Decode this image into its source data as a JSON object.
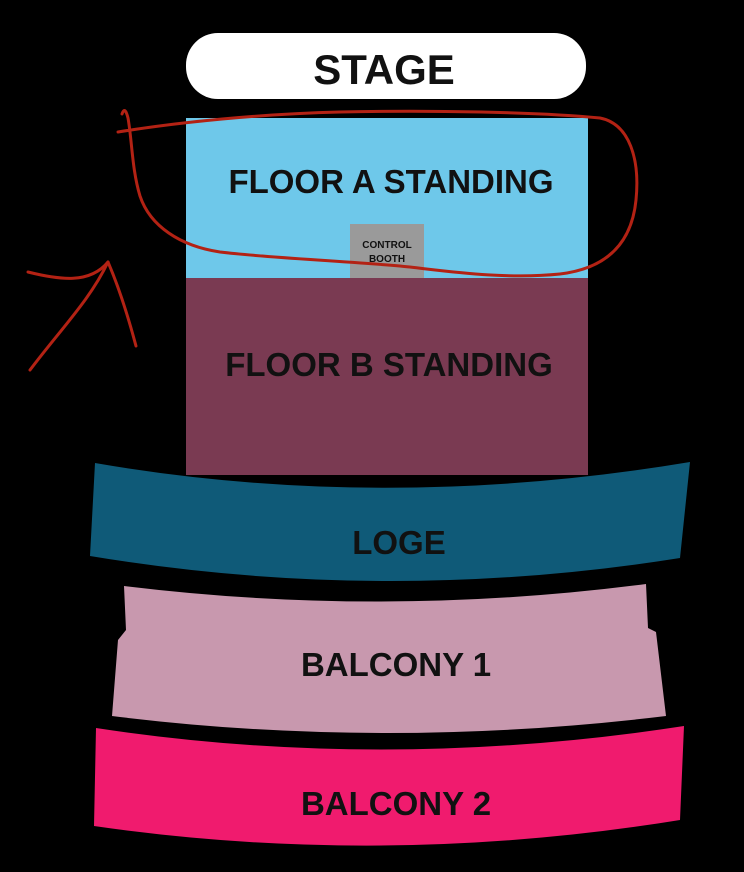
{
  "stage": {
    "label": "STAGE",
    "color": "#ffffff"
  },
  "sections": {
    "floor_a": {
      "label": "FLOOR A STANDING",
      "color": "#6ec8ea"
    },
    "control_booth": {
      "line1": "CONTROL",
      "line2": "BOOTH",
      "color": "#9a9a9a"
    },
    "floor_b": {
      "label": "FLOOR B STANDING",
      "color": "#7a3a52"
    },
    "loge": {
      "label": "LOGE",
      "color": "#0f5a78"
    },
    "balcony_1": {
      "label": "BALCONY 1",
      "color": "#c898ae"
    },
    "balcony_2": {
      "label": "BALCONY 2",
      "color": "#f01b6e"
    }
  },
  "annotation": {
    "color": "#b32214",
    "marks": [
      "circle-around-floor-a",
      "arrow-pointing-to-floor-a"
    ]
  },
  "background": "#000000"
}
